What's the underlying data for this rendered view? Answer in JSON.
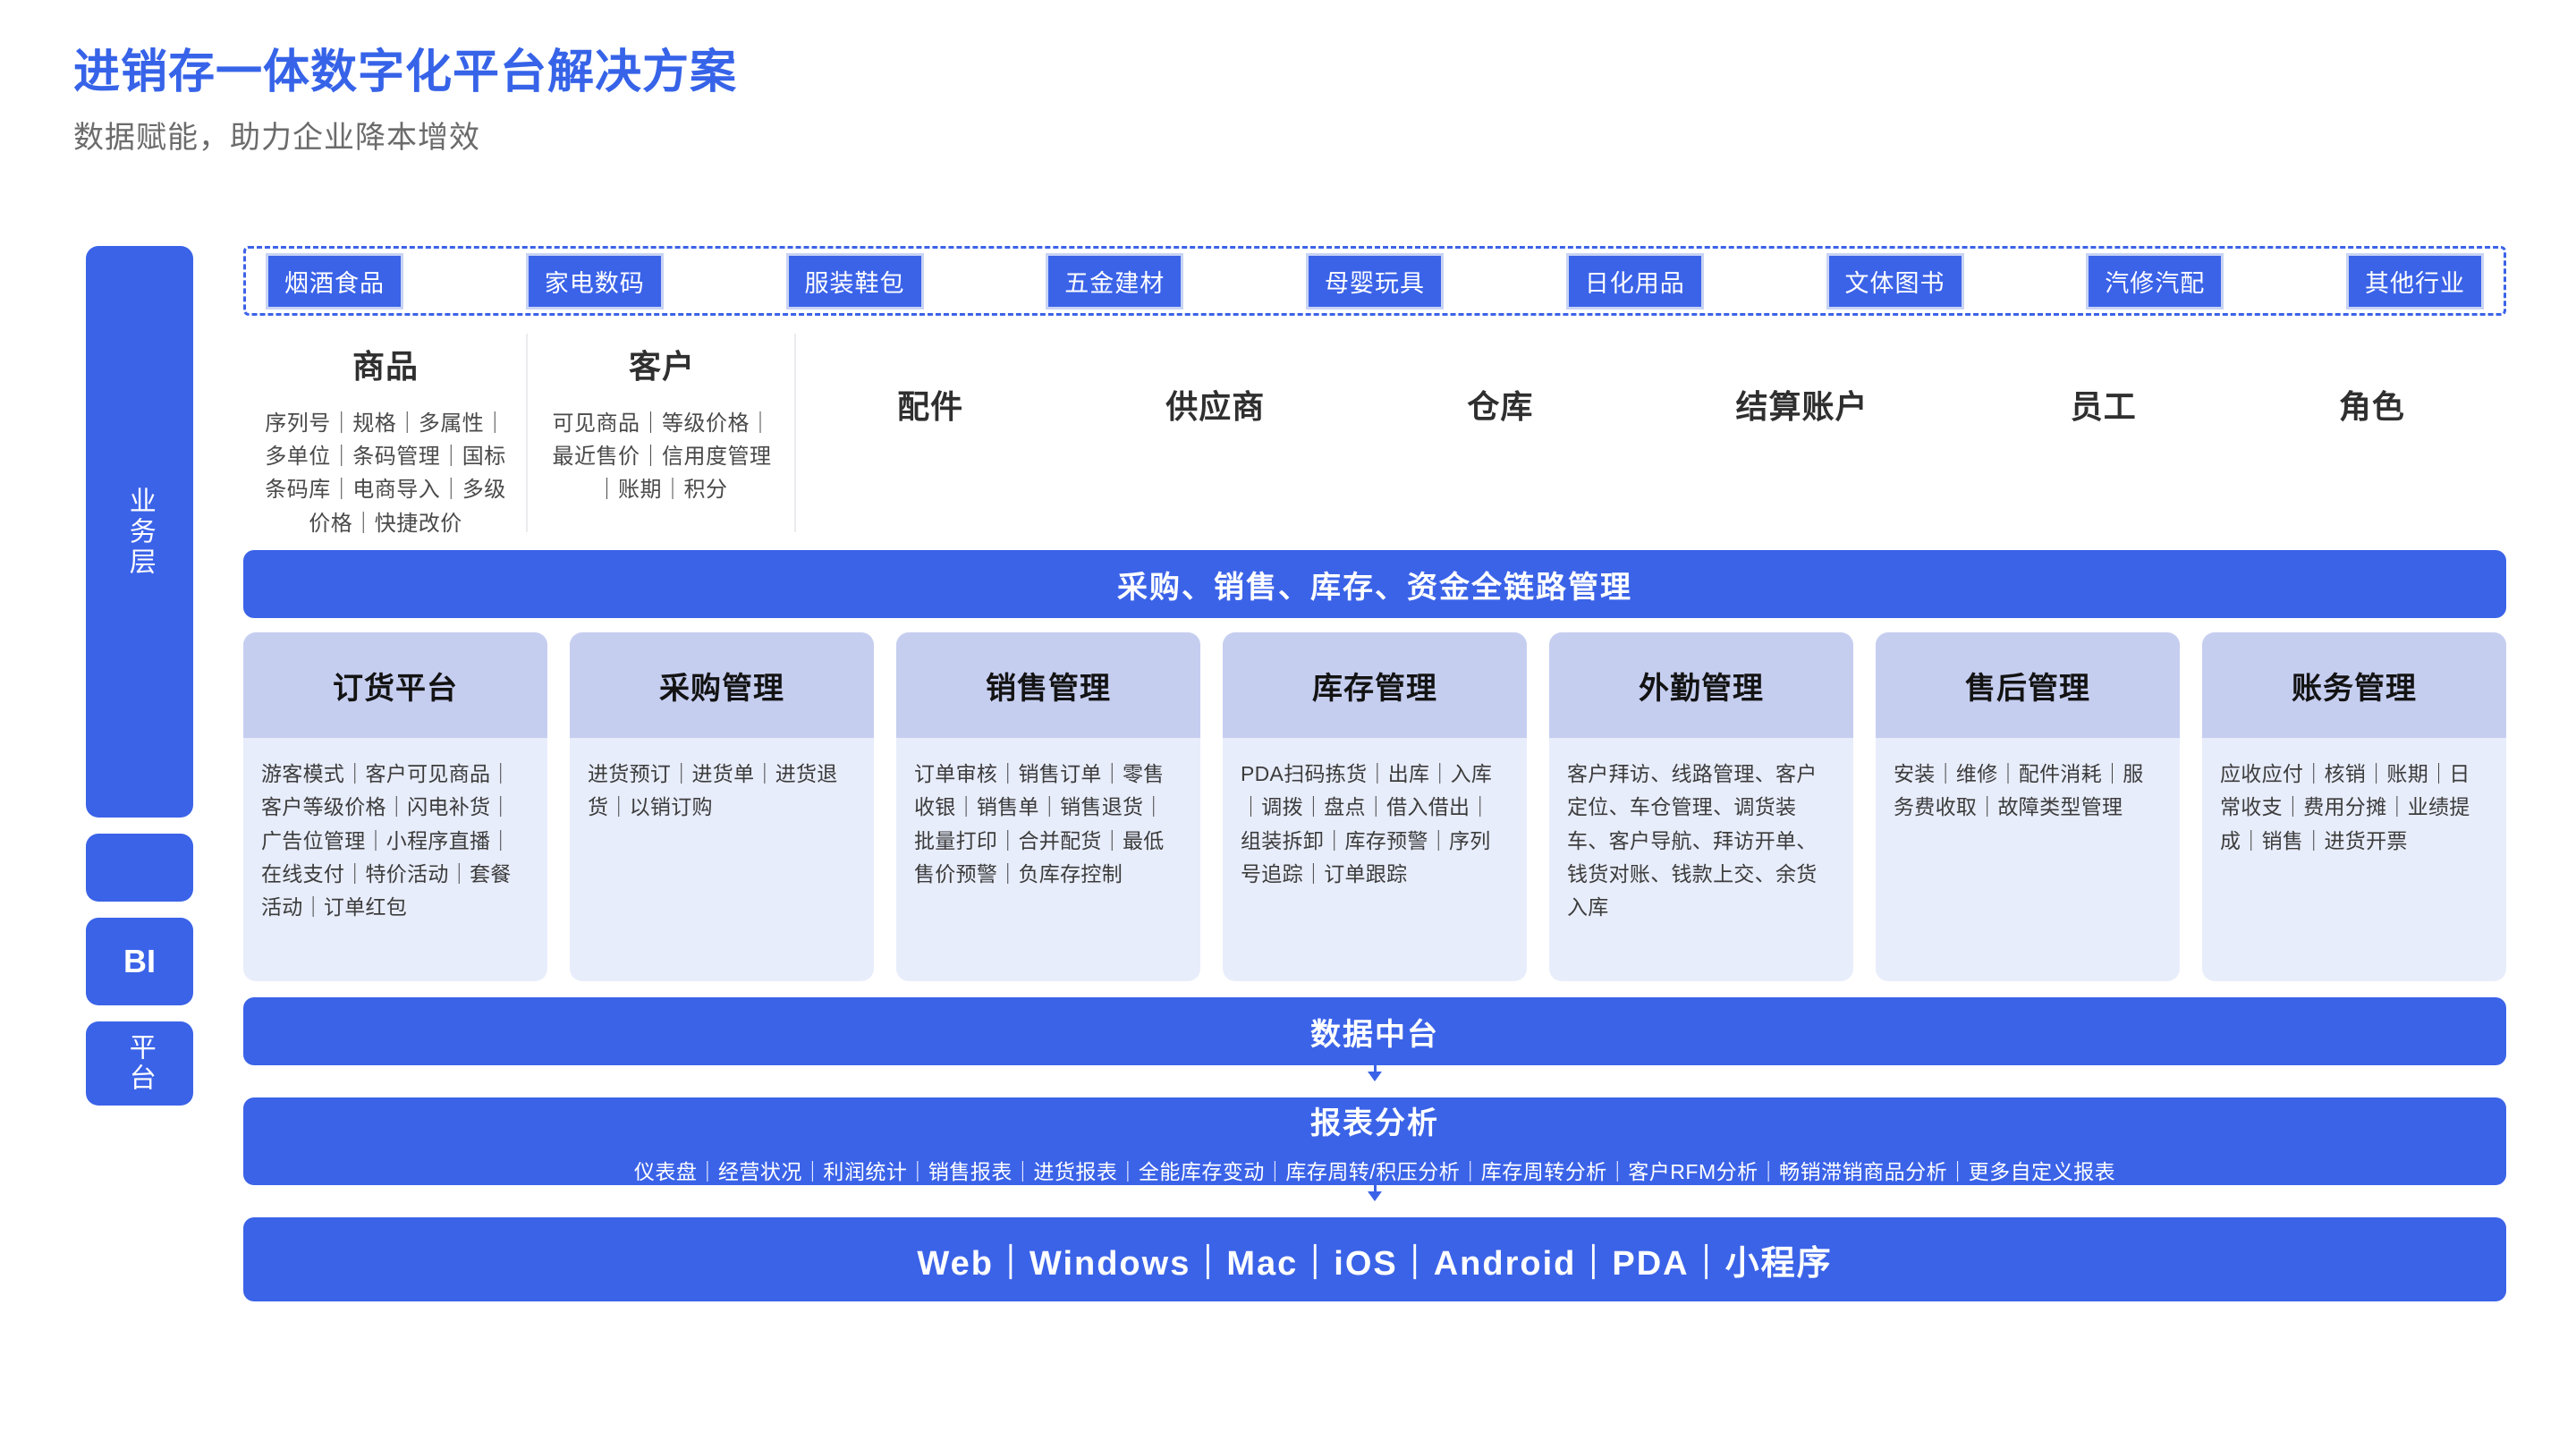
{
  "header": {
    "title": "进销存一体数字化平台解决方案",
    "subtitle": "数据赋能，助力企业降本增效"
  },
  "colors": {
    "brand_blue": "#3b63e8",
    "card_head": "#c6cef0",
    "card_body": "#e8edfb",
    "divider": "#ebebef",
    "subtitle_gray": "#6b6b6b"
  },
  "sidebar": {
    "layers": [
      {
        "label": "业务层",
        "orientation": "vertical"
      },
      {
        "label": "",
        "orientation": "none"
      },
      {
        "label": "BI",
        "orientation": "horizontal"
      },
      {
        "label": "平台",
        "orientation": "vertical"
      }
    ]
  },
  "industries": [
    "烟酒食品",
    "家电数码",
    "服装鞋包",
    "五金建材",
    "母婴玩具",
    "日化用品",
    "文体图书",
    "汽修汽配",
    "其他行业"
  ],
  "master_data": {
    "detailed": [
      {
        "title": "商品",
        "desc": "序列号｜规格｜多属性｜多单位｜条码管理｜国标条码库｜电商导入｜多级价格｜快捷改价"
      },
      {
        "title": "客户",
        "desc": "可见商品｜等级价格｜最近售价｜信用度管理｜账期｜积分"
      }
    ],
    "simple": [
      "配件",
      "供应商",
      "仓库",
      "结算账户",
      "员工",
      "角色"
    ]
  },
  "chain_bar": {
    "title": "采购、销售、库存、资金全链路管理"
  },
  "modules": [
    {
      "title": "订货平台",
      "desc": "游客模式｜客户可见商品｜客户等级价格｜闪电补货｜广告位管理｜小程序直播｜在线支付｜特价活动｜套餐活动｜订单红包"
    },
    {
      "title": "采购管理",
      "desc": "进货预订｜进货单｜进货退货｜以销订购"
    },
    {
      "title": "销售管理",
      "desc": "订单审核｜销售订单｜零售收银｜销售单｜销售退货｜批量打印｜合并配货｜最低售价预警｜负库存控制"
    },
    {
      "title": "库存管理",
      "desc": "PDA扫码拣货｜出库｜入库｜调拨｜盘点｜借入借出｜组装拆卸｜库存预警｜序列号追踪｜订单跟踪"
    },
    {
      "title": "外勤管理",
      "desc": "客户拜访、线路管理、客户定位、车仓管理、调货装车、客户导航、拜访开单、钱货对账、钱款上交、余货入库"
    },
    {
      "title": "售后管理",
      "desc": "安装｜维修｜配件消耗｜服务费收取｜故障类型管理"
    },
    {
      "title": "账务管理",
      "desc": "应收应付｜核销｜账期｜日常收支｜费用分摊｜业绩提成｜销售｜进货开票"
    }
  ],
  "data_platform": {
    "title": "数据中台"
  },
  "report_analysis": {
    "title": "报表分析",
    "items": "仪表盘｜经营状况｜利润统计｜销售报表｜进货报表｜全能库存变动｜库存周转/积压分析｜库存周转分析｜客户RFM分析｜畅销滞销商品分析｜更多自定义报表"
  },
  "platform_bar": {
    "title": "Web｜Windows｜Mac｜iOS｜Android｜PDA｜小程序"
  }
}
